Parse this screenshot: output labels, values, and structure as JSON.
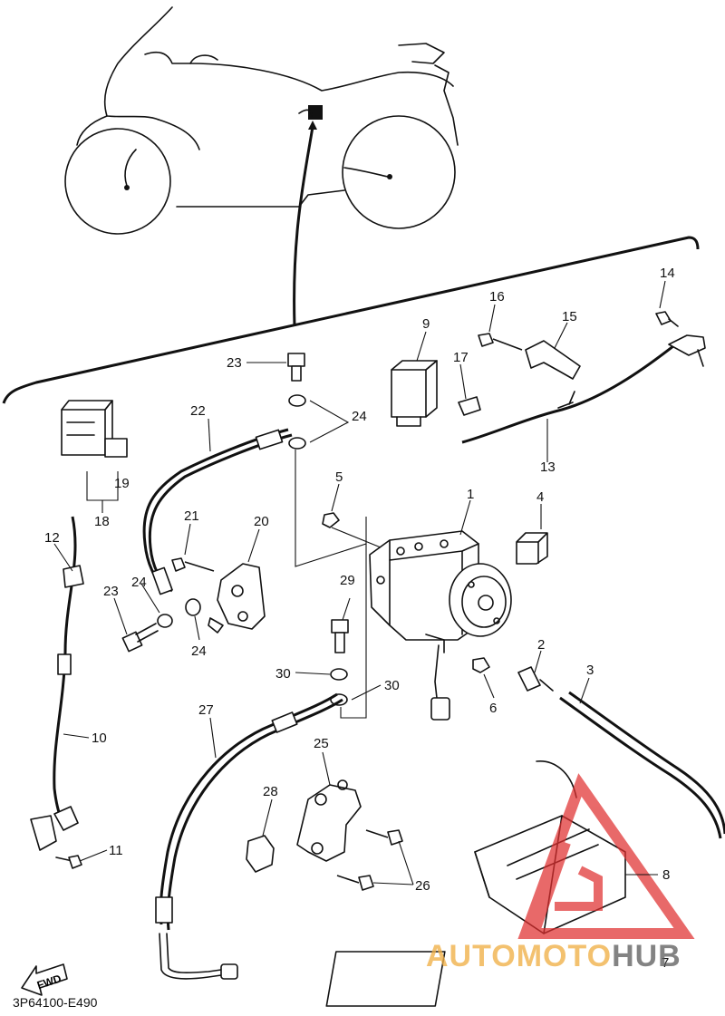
{
  "diagram_code": "3P64100-E490",
  "fwd_label": "FWD",
  "watermark": {
    "part1": "AUTOMOTO",
    "part2": "HUB",
    "color_primary": "#e03030",
    "color_accent": "#f0b046"
  },
  "callouts": {
    "c1": "1",
    "c2": "2",
    "c3": "3",
    "c4": "4",
    "c5": "5",
    "c6": "6",
    "c7": "7",
    "c8": "8",
    "c9": "9",
    "c10": "10",
    "c11": "11",
    "c12": "12",
    "c13": "13",
    "c14": "14",
    "c15": "15",
    "c16": "16",
    "c17": "17",
    "c18": "18",
    "c19": "19",
    "c20": "20",
    "c21": "21",
    "c22": "22",
    "c23a": "23",
    "c23b": "23",
    "c24a": "24",
    "c24b": "24",
    "c24c": "24",
    "c25": "25",
    "c26": "26",
    "c27": "27",
    "c28": "28",
    "c29": "29",
    "c30a": "30",
    "c30b": "30"
  }
}
